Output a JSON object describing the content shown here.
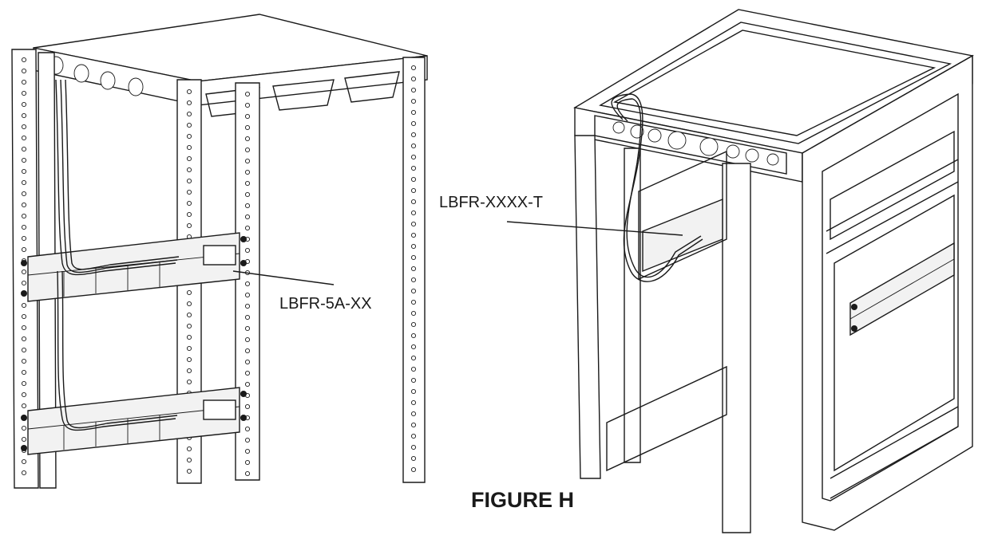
{
  "figure": {
    "title": "FIGURE H",
    "labels": {
      "left_component": "LBFR-5A-XX",
      "right_component": "LBFR-XXXX-T"
    }
  },
  "colors": {
    "line": "#1a1a1a",
    "background": "#ffffff"
  }
}
